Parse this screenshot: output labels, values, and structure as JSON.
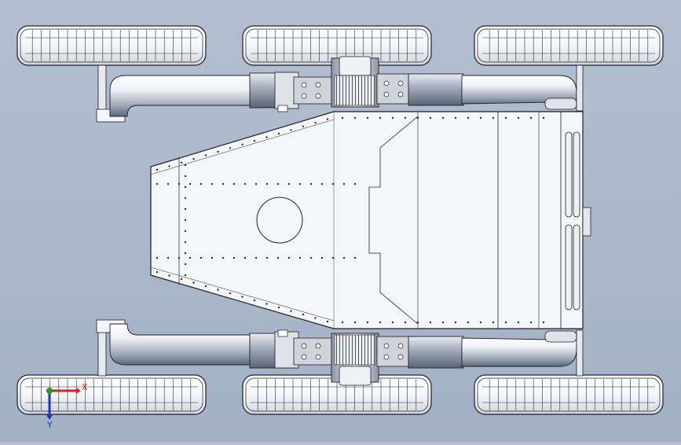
{
  "viewport": {
    "background_top": "#b3bfd0",
    "background_bottom": "#a3b1c4"
  },
  "model": {
    "name": "six-wheel-robot-chassis",
    "wheel_count": 6,
    "colors": {
      "body": "#f4f5f7",
      "outline": "#1f2024",
      "tube_light": "#f2f4f8",
      "tube_dark": "#6f7a8c",
      "motor": "#d5d9e0",
      "bracket": "#c9ced7"
    }
  },
  "triad": {
    "x_label": "X",
    "y_label": "Y",
    "x_color": "#e02020",
    "y_color": "#2030d0",
    "z_color": "#20a020"
  }
}
